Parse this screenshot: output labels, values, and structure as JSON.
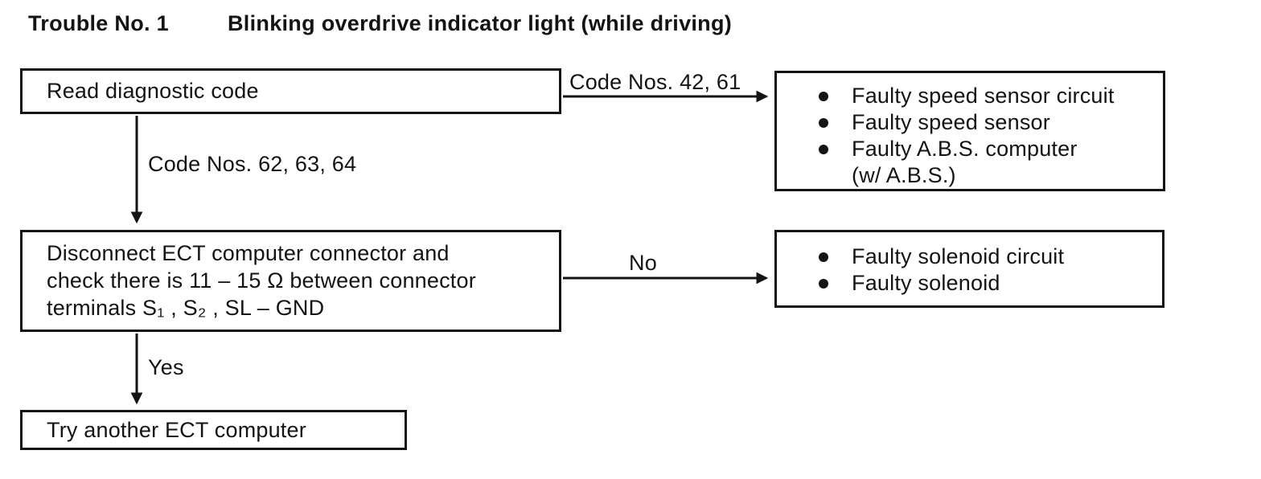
{
  "title": {
    "trouble_no": "Trouble No. 1",
    "description": "Blinking overdrive indicator light (while driving)"
  },
  "flow": {
    "step1": {
      "text": "Read diagnostic code"
    },
    "step2": {
      "lines": [
        "Disconnect ECT computer connector and",
        "check there is 11 – 15 Ω between connector",
        "terminals S₁ , S₂ , SL – GND"
      ]
    },
    "step3": {
      "text": "Try another ECT computer"
    },
    "labels": {
      "codes_right": "Code Nos. 42, 61",
      "codes_down": "Code Nos. 62, 63, 64",
      "no": "No",
      "yes": "Yes"
    },
    "result1": {
      "items": [
        "Faulty speed sensor circuit",
        "Faulty speed sensor",
        "Faulty A.B.S. computer",
        "(w/ A.B.S.)"
      ]
    },
    "result2": {
      "items": [
        "Faulty solenoid circuit",
        "Faulty solenoid"
      ]
    }
  },
  "colors": {
    "ink": "#141414",
    "paper": "#ffffff"
  }
}
